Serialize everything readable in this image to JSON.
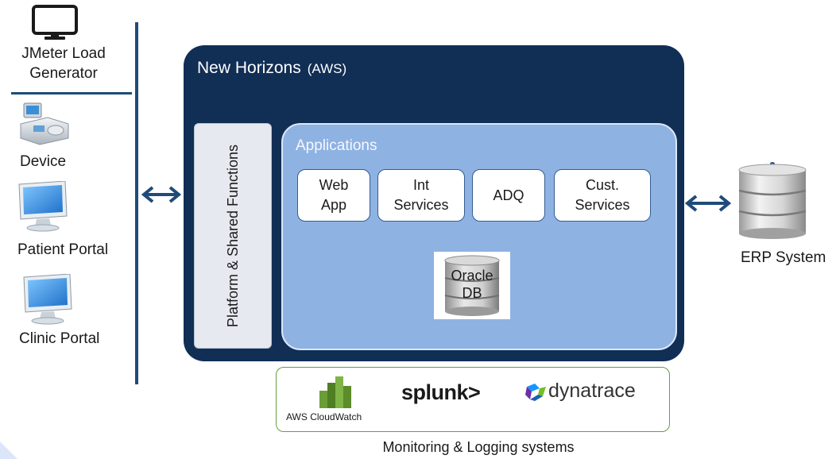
{
  "clients": {
    "jmeter": "JMeter Load\nGenerator",
    "device": "Device",
    "patient_portal": "Patient Portal",
    "clinic_portal": "Clinic Portal"
  },
  "aws": {
    "title": "New Horizons",
    "subtitle": "(AWS)",
    "platform": "Platform & Shared Functions",
    "applications_title": "Applications",
    "apps": [
      "Web\nApp",
      "Int\nServices",
      "ADQ",
      "Cust.\nServices"
    ],
    "db": "Oracle\nDB"
  },
  "erp": "ERP System",
  "monitoring": {
    "cloudwatch": "AWS CloudWatch",
    "splunk": "splunk>",
    "dynatrace": "dynatrace",
    "caption": "Monitoring & Logging systems"
  },
  "colors": {
    "aws_navy": "#112e55",
    "applications_blue": "#8eb2e2",
    "arrow_blue": "#1f4b7a",
    "monitor_border": "#6d9a43"
  },
  "icons": [
    "desktop-monitor-icon",
    "medical-device-icon",
    "computer-icon",
    "database-icon",
    "aws-cloudwatch-logo",
    "dynatrace-logo"
  ]
}
